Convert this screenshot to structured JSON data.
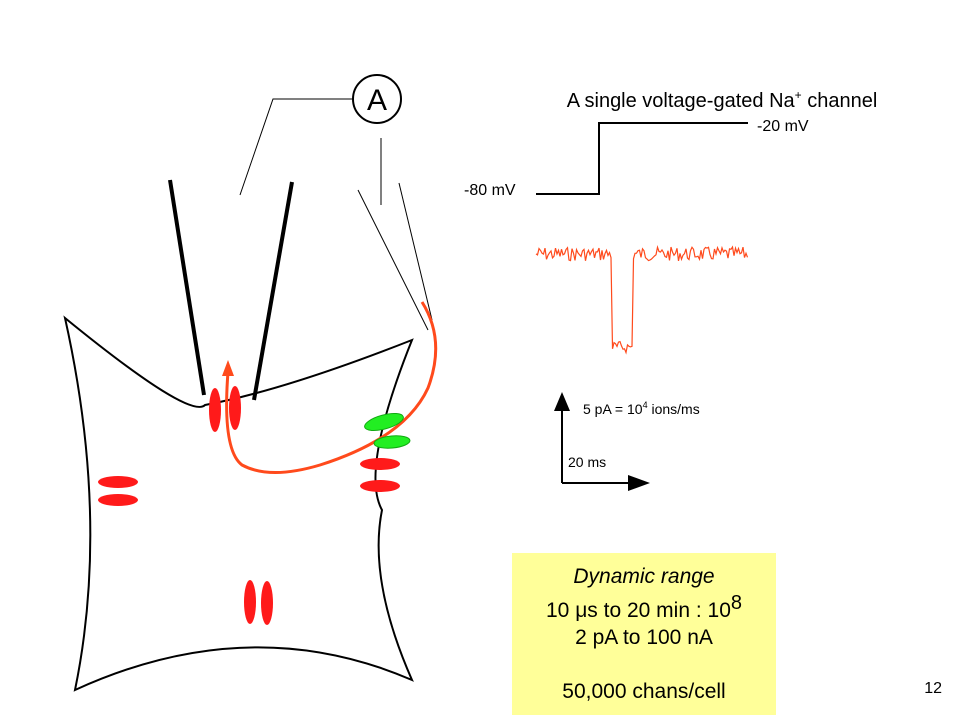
{
  "title": {
    "main": "A single voltage-gated Na",
    "superscript": "+",
    "tail": " channel"
  },
  "voltage_step": {
    "low_label": "-80 mV",
    "high_label": "-20 mV"
  },
  "ammeter_label": "A",
  "scale_bar": {
    "current_label": "5 pA = 10",
    "current_exponent": "4",
    "current_unit": " ions/ms",
    "time_label": "20 ms"
  },
  "dynamic_range": {
    "title": "Dynamic range",
    "time_range_prefix": "10 ",
    "time_range_mu": "μ",
    "time_range_suffix": "s  to 20 min  :  10",
    "time_range_exponent": "8",
    "current_range": "2 pA to 100 nA",
    "channels": "50,000  chans/cell"
  },
  "slide_number": "12",
  "colors": {
    "channel_red": "#ff1a1a",
    "trace_orange": "#ff4a1c",
    "open_channel_green": "#22ee22",
    "box_yellow": "#ffff99"
  }
}
